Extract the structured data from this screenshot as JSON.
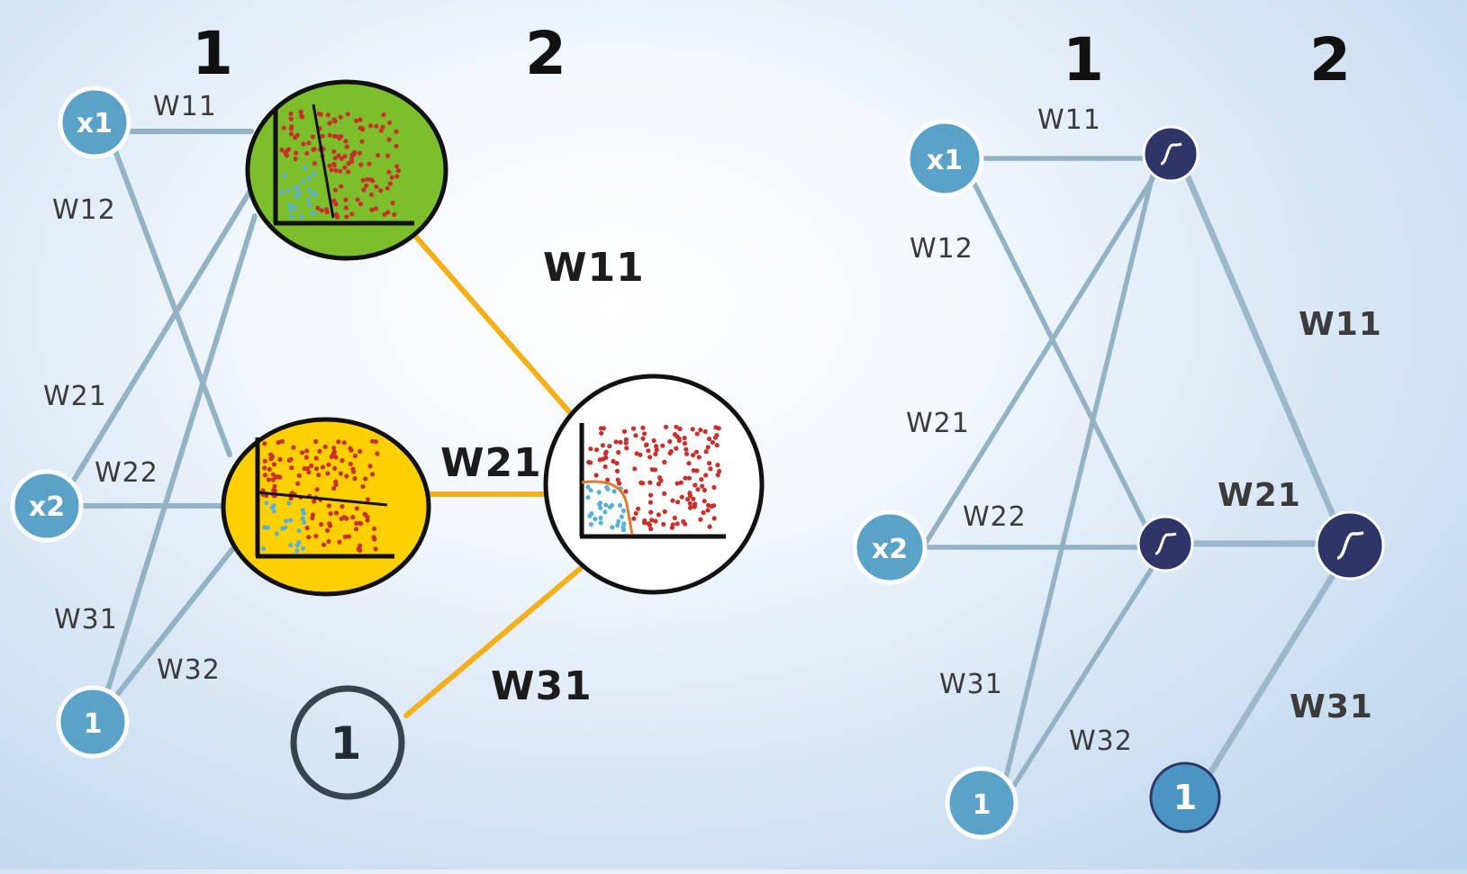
{
  "left_diagram": {
    "layer_labels": [
      "1",
      "2"
    ],
    "inputs": [
      "x1",
      "x2",
      "1"
    ],
    "first_layer_weights": [
      "W11",
      "W12",
      "W21",
      "W22",
      "W31",
      "W32"
    ],
    "output_weights": [
      "W11",
      "W21",
      "W31"
    ],
    "output_bias": "1",
    "colors": {
      "input_node": "#5aa2c7",
      "hidden_node_top": "#7cbf2a",
      "hidden_node_bottom": "#ffd000",
      "output_node": "#ffffff",
      "grey_edge": "#93b3c5",
      "orange_edge": "#f3b01b",
      "red_points": "#c9302c",
      "blue_points": "#5bb0d8"
    }
  },
  "right_diagram": {
    "layer_labels": [
      "1",
      "2"
    ],
    "inputs": [
      "x1",
      "x2",
      "1"
    ],
    "first_layer_weights": [
      "W11",
      "W12",
      "W21",
      "W22",
      "W31",
      "W32"
    ],
    "output_weights": [
      "W11",
      "W21",
      "W31"
    ],
    "output_bias": "1",
    "colors": {
      "sigmoid_node": "#2e3668",
      "input_node": "#5aa2c7",
      "bias_node_dark": "#4a95c4"
    }
  }
}
